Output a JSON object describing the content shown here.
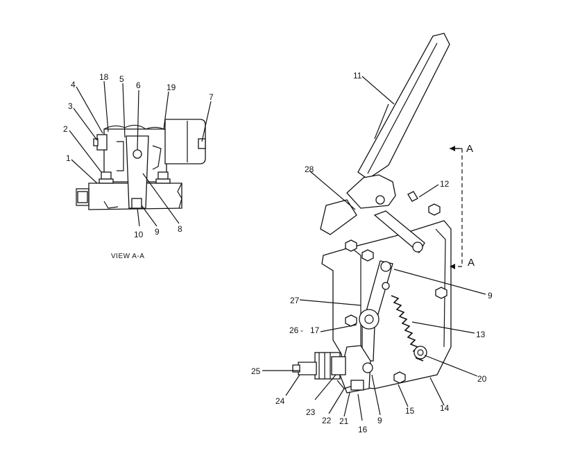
{
  "view_caption": "VIEW A-A",
  "section_marker": "A",
  "callouts_view": [
    "1",
    "2",
    "3",
    "4",
    "18",
    "5",
    "6",
    "19",
    "7",
    "8",
    "9",
    "10"
  ],
  "callouts_main": [
    "11",
    "12",
    "9",
    "13",
    "20",
    "14",
    "15",
    "16",
    "9",
    "21",
    "22",
    "23",
    "24",
    "25",
    "26",
    "17",
    "27",
    "28"
  ],
  "view_labels": {
    "l1": "1",
    "l2": "2",
    "l3": "3",
    "l4": "4",
    "l18": "18",
    "l5": "5",
    "l6": "6",
    "l19": "19",
    "l7": "7",
    "l8": "8",
    "l9": "9",
    "l10": "10"
  },
  "main_labels": {
    "l11": "11",
    "l12": "12",
    "l9a": "9",
    "l13": "13",
    "l20": "20",
    "l14": "14",
    "l15": "15",
    "l16": "16",
    "l9b": "9",
    "l21": "21",
    "l22": "22",
    "l23": "23",
    "l24": "24",
    "l25": "25",
    "l26": "26",
    "l17": "17",
    "l27": "27",
    "l28": "28"
  }
}
